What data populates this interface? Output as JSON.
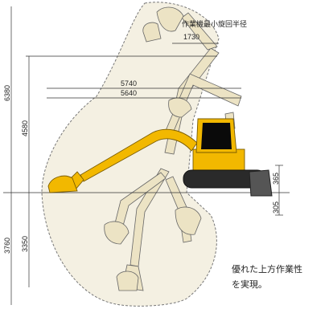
{
  "figure": {
    "slew_radius_label": "作業機最小旋回半径",
    "dimensions": {
      "slew_radius": "1730",
      "reach_total": "5740",
      "reach_ground": "5640",
      "max_height": "6380",
      "height_upper": "4580",
      "max_depth": "3760",
      "depth_lower": "3350",
      "blade_raise": "365",
      "blade_lower": "305"
    },
    "caption_line1": "優れた上方作業性",
    "caption_line2": "を実現。"
  },
  "colors": {
    "machine_yellow": "#f2b800",
    "envelope_fill": "#f1ecd8",
    "arm_fill": "#ece3c4",
    "line": "#333333"
  }
}
